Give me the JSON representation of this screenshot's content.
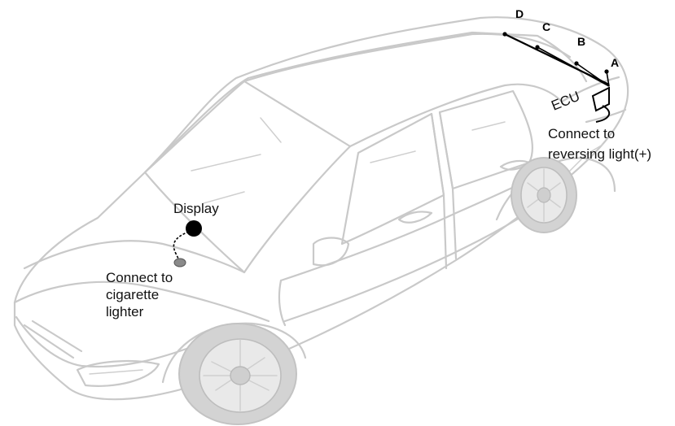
{
  "labels": {
    "display": "Display",
    "cigarette_line1": "Connect to",
    "cigarette_line2": "cigarette",
    "cigarette_line3": "lighter",
    "reversing_line1": "Connect to",
    "reversing_line2": "reversing light(+)",
    "ecu": "ECU"
  },
  "sensors": [
    "D",
    "C",
    "B",
    "A"
  ],
  "colors": {
    "car_outline": "#c9c9c9",
    "wiring": "#000000",
    "display_dot": "#000000",
    "plug": "#8a8a8a"
  }
}
